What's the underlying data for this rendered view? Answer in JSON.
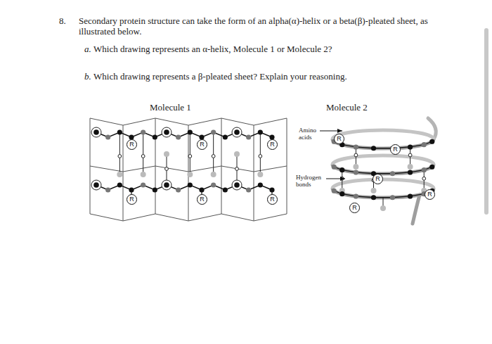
{
  "diagram": {
    "nodes": [
      {
        "text": [
          "R"
        ]
      },
      {
        "text": [
          "R"
        ]
      },
      {
        "text": [
          "R"
        ]
      },
      {
        "text": [
          "R"
        ]
      },
      {
        "text": [
          "R"
        ]
      },
      {
        "text": [
          "R"
        ]
      },
      {
        "text": [
          "R"
        ]
      },
      {
        "text": [
          "R"
        ]
      },
      {
        "text": [
          "R"
        ]
      },
      {
        "text": [
          "R"
        ]
      },
      {
        "text": [
          "R"
        ]
      }
    ],
    "labels": [
      "8.",
      "Secondary protein structure can take the form of an alpha(α)-helix or a beta(β)-pleated sheet, as illustrated below.",
      "a.",
      "Which drawing represents an α-helix, Molecule 1 or Molecule 2?",
      "b.",
      "Which drawing represents a β-pleated sheet? Explain your reasoning.",
      "Molecule 1",
      "Molecule 2",
      "Amino acids",
      "Hydrogen bonds"
    ]
  }
}
